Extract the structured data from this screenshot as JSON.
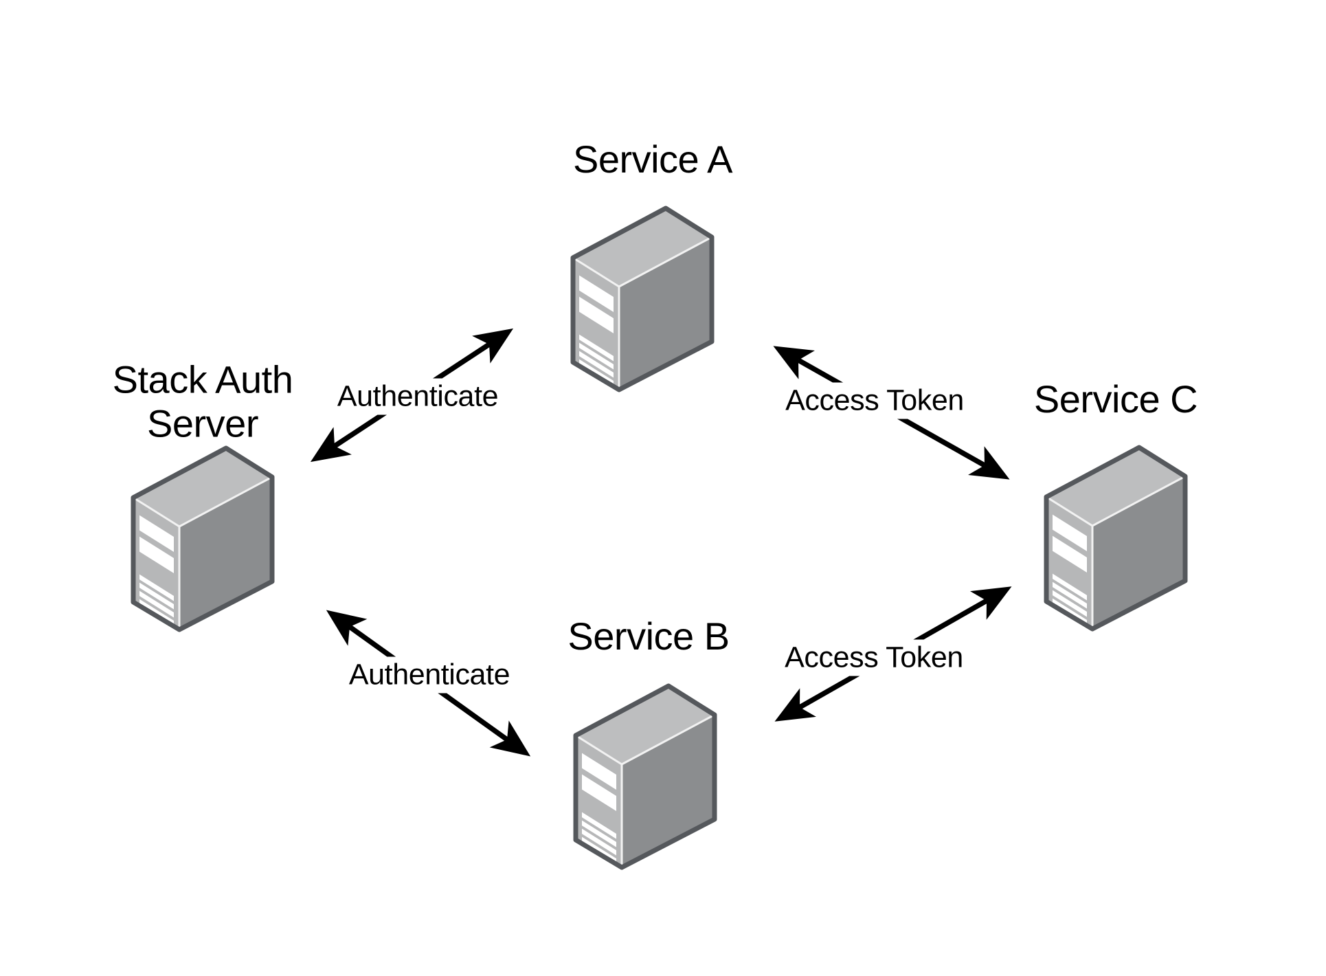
{
  "diagram": {
    "background_color": "#ffffff",
    "text_color": "#000000",
    "arrow_color": "#000000",
    "icon_colors": {
      "outline": "#55585c",
      "top_face": "#bdbebf",
      "side_face": "#8b8d8f",
      "front_face": "#b6b7b8",
      "panel_stripes": "#ffffff"
    },
    "nodes": [
      {
        "id": "stack-auth-server",
        "label": "Stack Auth Server",
        "label_lines": [
          "Stack Auth",
          "Server"
        ],
        "icon": "server-icon"
      },
      {
        "id": "service-a",
        "label": "Service A",
        "icon": "server-icon"
      },
      {
        "id": "service-b",
        "label": "Service B",
        "icon": "server-icon"
      },
      {
        "id": "service-c",
        "label": "Service C",
        "icon": "server-icon"
      }
    ],
    "edges": [
      {
        "from": "stack-auth-server",
        "to": "service-a",
        "label": "Authenticate",
        "direction": "bidirectional"
      },
      {
        "from": "stack-auth-server",
        "to": "service-b",
        "label": "Authenticate",
        "direction": "bidirectional"
      },
      {
        "from": "service-a",
        "to": "service-c",
        "label": "Access Token",
        "direction": "bidirectional"
      },
      {
        "from": "service-b",
        "to": "service-c",
        "label": "Access Token",
        "direction": "bidirectional"
      }
    ]
  }
}
